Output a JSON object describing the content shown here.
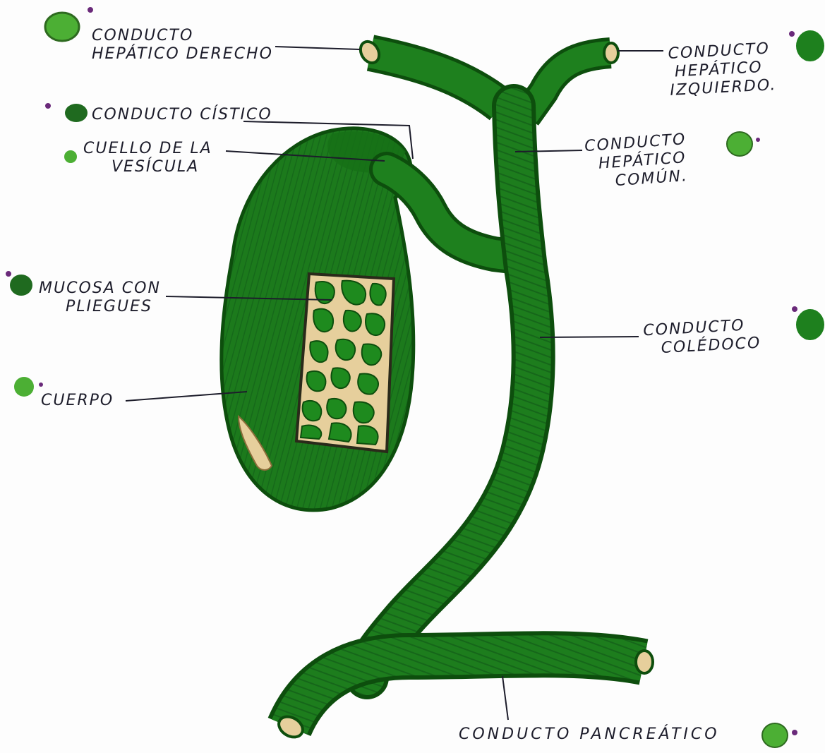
{
  "colors": {
    "duct_green": "#1c7a1c",
    "duct_dark": "#0d4e0d",
    "duct_light": "#2f9a2a",
    "mucosa_cream": "#e6cf9c",
    "ink": "#1d1d2b",
    "dot_green": "#4caf34",
    "dot_purple": "#6a2a7a",
    "paper": "#fdfdfd"
  },
  "labels": {
    "hepatico_derecho": {
      "line1": "Conducto",
      "line2": "Hepático derecho"
    },
    "hepatico_izquierdo": {
      "line1": "Conducto",
      "line2": "Hepático",
      "line3": "Izquierdo."
    },
    "cistico": {
      "line1": "Conducto Cístico"
    },
    "cuello": {
      "line1": "Cuello de la",
      "line2": "vesícula"
    },
    "hepatico_comun": {
      "line1": "Conducto",
      "line2": "Hepático",
      "line3": "Común."
    },
    "mucosa": {
      "line1": "Mucosa con",
      "line2": "pliegues"
    },
    "coledoco": {
      "line1": "Conducto",
      "line2": "Colédoco"
    },
    "cuerpo": {
      "line1": "Cuerpo"
    },
    "pancreatico": {
      "line1": "Conducto Pancreático"
    }
  }
}
